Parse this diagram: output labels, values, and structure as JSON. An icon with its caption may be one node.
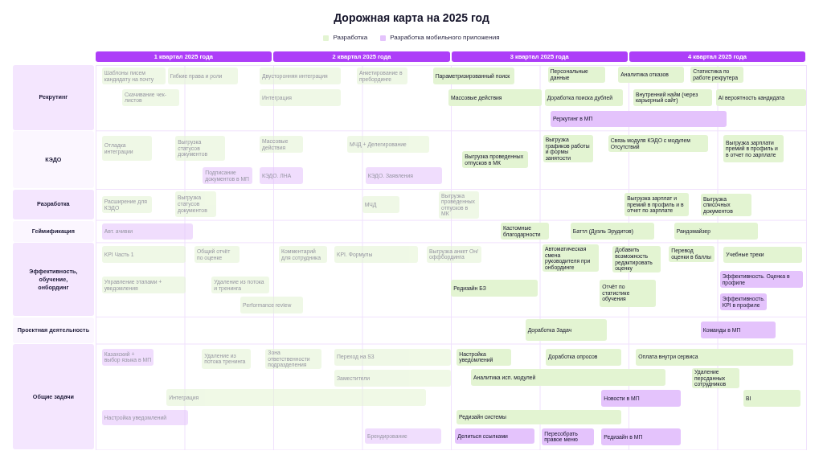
{
  "diagram": {
    "title": "Дорожная карта на 2025 год",
    "nodes": [
      {
        "text": [
          "1 квартал 2025 года"
        ]
      },
      {
        "text": [
          "2 квартал 2025 года"
        ]
      },
      {
        "text": [
          "3 квартал 2025 года"
        ]
      },
      {
        "text": [
          "4 квартал 2025 года"
        ]
      },
      {
        "text": [
          "Рекрутинг"
        ]
      },
      {
        "text": [
          "Шаблоны писем кандидату на почту"
        ]
      },
      {
        "text": [
          "Гибкие права и роли"
        ]
      },
      {
        "text": [
          "Двусторонняя интеграция"
        ]
      },
      {
        "text": [
          "Анкетирование в пребординге"
        ]
      },
      {
        "text": [
          "Параметризированный поиск"
        ]
      },
      {
        "text": [
          "Персональные данные"
        ]
      },
      {
        "text": [
          "Аналитика отказов"
        ]
      },
      {
        "text": [
          "Статистика по работе рекрутера"
        ]
      },
      {
        "text": [
          "Скачивание чек-листов"
        ]
      },
      {
        "text": [
          "Интеграция"
        ]
      },
      {
        "text": [
          "Массовые действия"
        ]
      },
      {
        "text": [
          "Доработка поиска дублей"
        ]
      },
      {
        "text": [
          "Внутренний найм (через карьерный сайт)"
        ]
      },
      {
        "text": [
          "AI вероятность кандидата"
        ]
      },
      {
        "text": [
          "Реркутинг в МП"
        ]
      },
      {
        "text": [
          "КЭДО"
        ]
      },
      {
        "text": [
          "Отладка интеграции"
        ]
      },
      {
        "text": [
          "Выгрузка статусов документов"
        ]
      },
      {
        "text": [
          "Массовые действия"
        ]
      },
      {
        "text": [
          "МЧД + Делегирование"
        ]
      },
      {
        "text": [
          "Выгрузка графиков работы и формы занятости"
        ]
      },
      {
        "text": [
          "Связь модуля КЭДО с модулем Отсутствий"
        ]
      },
      {
        "text": [
          "Выгрузка зарплати премий в профиль и в отчет по зарплате"
        ]
      },
      {
        "text": [
          "Выгрузка проведенных отпусков в МК"
        ]
      },
      {
        "text": [
          "Подписание документов в МП"
        ]
      },
      {
        "text": [
          "КЭДО. ЛНА"
        ]
      },
      {
        "text": [
          "КЭДО. Заявления"
        ]
      },
      {
        "text": [
          "Разработка"
        ]
      },
      {
        "text": [
          "Расширение для КЭДО"
        ]
      },
      {
        "text": [
          "Выгрузка статусов документов"
        ]
      },
      {
        "text": [
          "МЧД"
        ]
      },
      {
        "text": [
          "Выгрузка проведенных отпусков в МК"
        ]
      },
      {
        "text": [
          "Выгрузка зарплат и премий в профиль и в отчет по зарплате"
        ]
      },
      {
        "text": [
          "Выгрузка списочных документов"
        ]
      },
      {
        "text": [
          "Геймификация"
        ]
      },
      {
        "text": [
          "Авт. ачивки"
        ]
      },
      {
        "text": [
          "Кастомные благодарности"
        ]
      },
      {
        "text": [
          "Баттл (Дуэль Эрудитов)"
        ]
      },
      {
        "text": [
          "Рандомайзер"
        ]
      },
      {
        "text": [
          "Эффективность, обучение, онбординг"
        ]
      },
      {
        "text": [
          "KPI Часть 1"
        ]
      },
      {
        "text": [
          "Общий отчёт по оценке"
        ]
      },
      {
        "text": [
          "Комментарий для сотрудника"
        ]
      },
      {
        "text": [
          "KPI. Формулы"
        ]
      },
      {
        "text": [
          "Выгрузка анкет Он/оффбординга"
        ]
      },
      {
        "text": [
          "Автоматическая смена руководителя при онбординге"
        ]
      },
      {
        "text": [
          "Добавить возможность редактировать оценку"
        ]
      },
      {
        "text": [
          "Перевод оценки в баллы"
        ]
      },
      {
        "text": [
          "Учебные треки"
        ]
      },
      {
        "text": [
          "Эффективность. Оценка в профиле"
        ]
      },
      {
        "text": [
          "Управление этапами + уведомления"
        ]
      },
      {
        "text": [
          "Удаление из потока и тренинга"
        ]
      },
      {
        "text": [
          "Редизайн БЗ"
        ]
      },
      {
        "text": [
          "Отчёт по статистике обучения"
        ]
      },
      {
        "text": [
          "Эффективность. KPI в профиле"
        ]
      },
      {
        "text": [
          "Performance review"
        ]
      },
      {
        "text": [
          "Проектная деятельность"
        ]
      },
      {
        "text": [
          "Доработка Задач"
        ]
      },
      {
        "text": [
          "Команды в МП"
        ]
      },
      {
        "text": [
          "Общие задачи"
        ]
      },
      {
        "text": [
          "Казахский + выбор языка в МП"
        ]
      },
      {
        "text": [
          "Удаление из потока тренинга"
        ]
      },
      {
        "text": [
          "Зона ответственности подразделения"
        ]
      },
      {
        "text": [
          "Переход на S3"
        ]
      },
      {
        "text": [
          "Настройка уведомлений"
        ]
      },
      {
        "text": [
          "Доработка опросов"
        ]
      },
      {
        "text": [
          "Оплата внутри сервиса"
        ]
      },
      {
        "text": [
          "Заместители"
        ]
      },
      {
        "text": [
          "Аналитика исп. модулей"
        ]
      },
      {
        "text": [
          "Удаление персданных сотрудников"
        ]
      },
      {
        "text": [
          "Интеграция"
        ]
      },
      {
        "text": [
          "Новости в МП"
        ]
      },
      {
        "text": [
          "BI"
        ]
      },
      {
        "text": [
          "Настройка уведомлений"
        ]
      },
      {
        "text": [
          "Редизайн системы"
        ]
      },
      {
        "text": [
          "Брендирование"
        ]
      },
      {
        "text": [
          "Делиться ссылками"
        ]
      },
      {
        "text": [
          "Пересобрать правое меню"
        ]
      },
      {
        "text": [
          "Редизайн в МП"
        ]
      }
    ],
    "legend": [
      {
        "text": "Разработка",
        "color": "#e3f4d2"
      },
      {
        "text": "Разработка мобильного приложения",
        "color": "#e4c3fc"
      }
    ]
  }
}
